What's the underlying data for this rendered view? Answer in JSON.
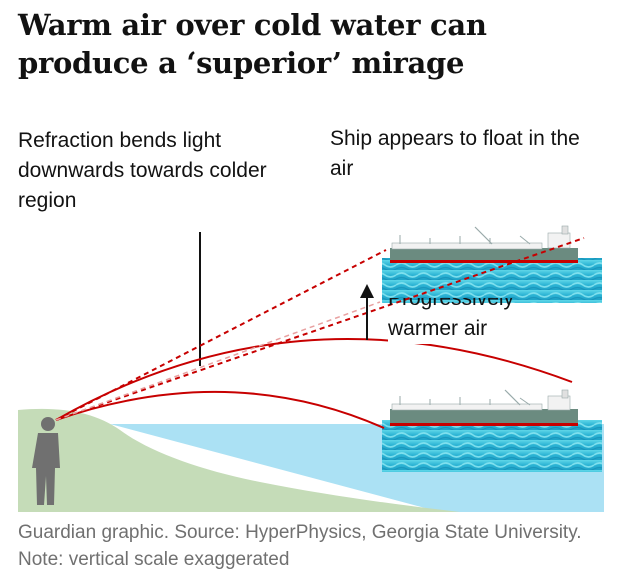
{
  "title": "Warm air over cold water can produce a ‘superior’ mirage",
  "labels": {
    "refraction": "Refraction bends light downwards towards colder region",
    "ship_appears": "Ship appears to float in the air",
    "warmer_air": "Progressively warmer air",
    "warmer_air_visible": "warmer air"
  },
  "caption": "Guardian graphic. Source: HyperPhysics, Georgia State University. Note: vertical scale exaggerated",
  "colors": {
    "ray": "#c70000",
    "land": "#c5dcb8",
    "water": "#abe1f4",
    "ship_hull": "#6b8b80",
    "ship_deck": "#f2f2f2",
    "sea_dark": "#1fa3c7",
    "sea_light": "#5fd6e8",
    "person": "#707070",
    "caption": "#707070"
  },
  "icons": {
    "observer": "person-silhouette-icon",
    "ship_real": "ship-icon",
    "ship_mirage": "ship-mirage-icon",
    "arrow": "arrow-up-icon"
  }
}
